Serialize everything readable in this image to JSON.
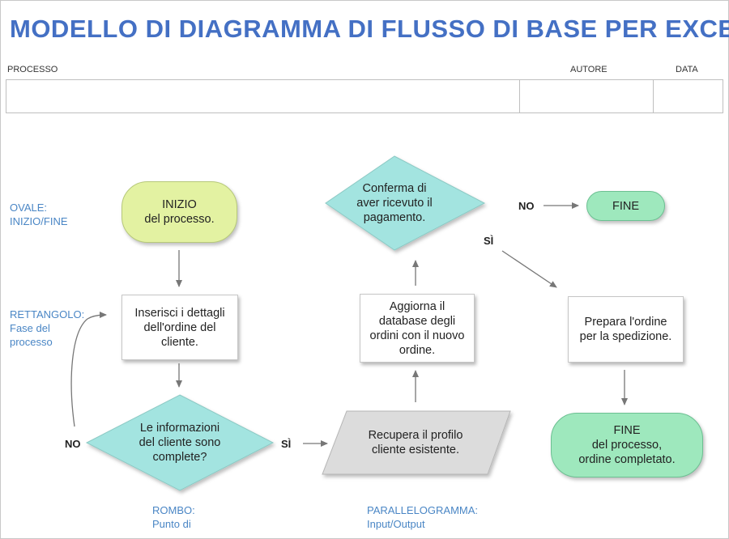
{
  "title": "MODELLO DI DIAGRAMMA DI FLUSSO DI BASE PER EXCEL",
  "header": {
    "processo_label": "PROCESSO",
    "autore_label": "AUTORE",
    "data_label": "DATA"
  },
  "legend": {
    "ovale": "OVALE:\nINIZIO/FINE",
    "rettangolo": "RETTANGOLO:\nFase del\nprocesso",
    "rombo": "ROMBO:\nPunto di",
    "parallelogramma": "PARALLELOGRAMMA:\nInput/Output"
  },
  "nodes": {
    "start": "INIZIO\ndel processo.",
    "enter_details": "Inserisci i dettagli\ndell'ordine del\ncliente.",
    "complete_decision": "Le informazioni\ndel cliente sono\ncomplete?",
    "retrieve_profile": "Recupera il profilo\ncliente esistente.",
    "update_db": "Aggiorna il\ndatabase degli\nordini con il nuovo\nordine.",
    "payment_decision": "Conferma di\naver ricevuto il\npagamento.",
    "end_short": "FINE",
    "prepare_order": "Prepara l'ordine\nper la spedizione.",
    "end_final": "FINE\ndel processo,\nordine completato."
  },
  "labels": {
    "no_left": "NO",
    "si_left": "SÌ",
    "no_top": "NO",
    "si_top": "SÌ"
  },
  "colors": {
    "title": "#4470c4",
    "legend": "#4a86c5",
    "oval_start": "#e3f2a2",
    "oval_end": "#9ee8bd",
    "diamond": "#a3e4e0",
    "parallelogram": "#dcdcdc",
    "arrow": "#777777"
  }
}
